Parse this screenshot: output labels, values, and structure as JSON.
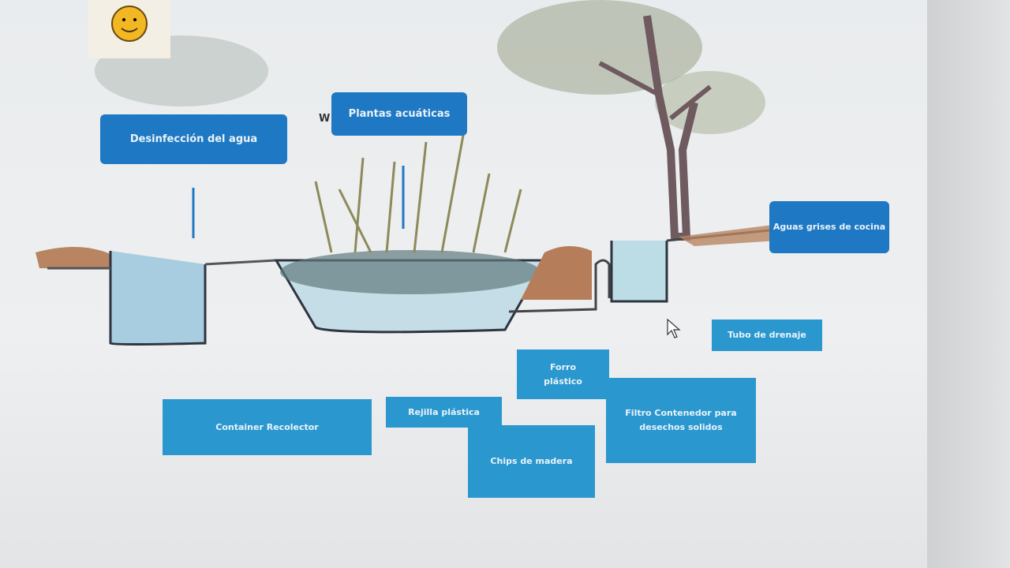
{
  "labels": {
    "desinfeccion": "Desinfección del agua",
    "plantas": "Plantas acuáticas",
    "aguas_grises": "Aguas grises de cocina",
    "tubo_drenaje": "Tubo de drenaje",
    "forro": "Forro plástico",
    "filtro": "Filtro Contenedor para desechos solidos",
    "chips": "Chips de madera",
    "rejilla": "Rejilla plástica",
    "container": "Container Recolector"
  },
  "stray_letter": "W",
  "colors": {
    "dark_label": "#1f78c3",
    "light_label": "#2b97cf"
  }
}
